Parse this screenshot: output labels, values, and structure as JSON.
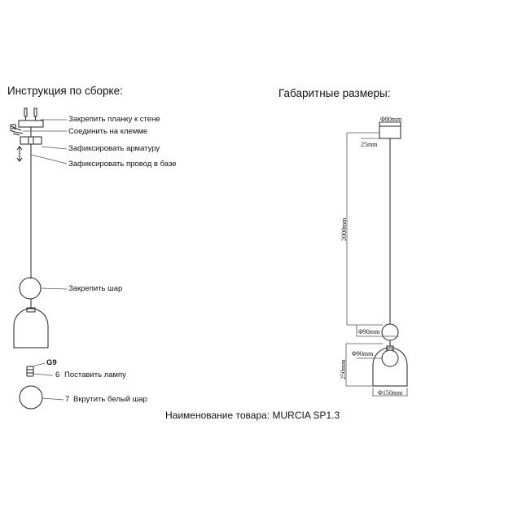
{
  "assembly": {
    "title": "Инструкция по сборке:",
    "steps": [
      "Закрепить планку к стене",
      "Соединить на клемме",
      "Зафиксировать арматуру",
      "Зафиксировать провод в базе",
      "Закрепить шар",
      "Поставить лампу",
      "Вкрутить белый шар"
    ],
    "step_numbers": {
      "lamp": "6",
      "white_ball": "7"
    },
    "bulb_type": "G9"
  },
  "dimensions": {
    "title": "Габаритные размеры:",
    "canopy_diameter": "Φ80mm",
    "canopy_height": "25mm",
    "cable_length": "2000mm",
    "ball_diameter_1": "Φ90mm",
    "ball_diameter_2": "Φ90mm",
    "shade_height": "250mm",
    "shade_diameter": "Φ150mm"
  },
  "product": {
    "name": "Наименование товара: MURCIA SP1.3"
  },
  "colors": {
    "line": "#222222",
    "guide": "#555555"
  }
}
